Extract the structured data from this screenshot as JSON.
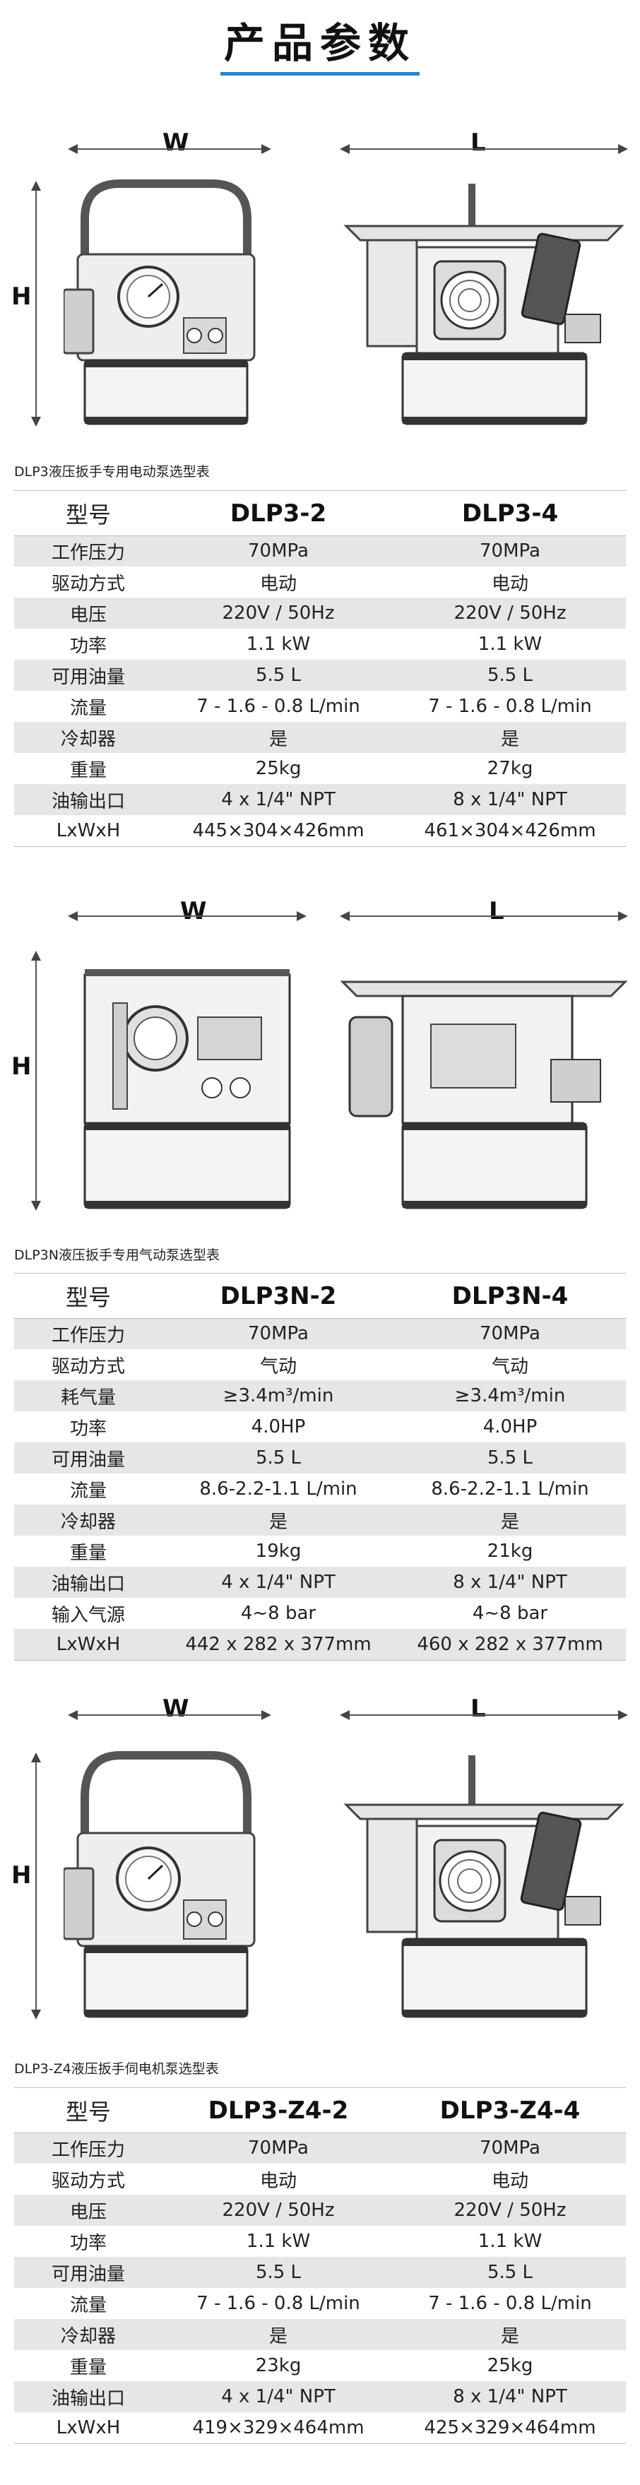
{
  "header": {
    "title": "产品参数",
    "accent_color": "#2a84c6"
  },
  "dimension_letters": {
    "width": "W",
    "length": "L",
    "height": "H"
  },
  "sections": [
    {
      "caption": "DLP3液压扳手专用电动泵选型表",
      "head": {
        "label": "型号",
        "models": [
          "DLP3-2",
          "DLP3-4"
        ]
      },
      "rows": [
        {
          "label": "工作压力",
          "values": [
            "70MPa",
            "70MPa"
          ]
        },
        {
          "label": "驱动方式",
          "values": [
            "电动",
            "电动"
          ]
        },
        {
          "label": "电压",
          "values": [
            "220V / 50Hz",
            "220V / 50Hz"
          ]
        },
        {
          "label": "功率",
          "values": [
            "1.1 kW",
            "1.1 kW"
          ]
        },
        {
          "label": "可用油量",
          "values": [
            "5.5 L",
            "5.5 L"
          ]
        },
        {
          "label": "流量",
          "values": [
            "7 - 1.6 - 0.8 L/min",
            "7 - 1.6 - 0.8 L/min"
          ]
        },
        {
          "label": "冷却器",
          "values": [
            "是",
            "是"
          ]
        },
        {
          "label": "重量",
          "values": [
            "25kg",
            "27kg"
          ]
        },
        {
          "label": "油输出口",
          "values": [
            "4 x 1/4\" NPT",
            "8 x 1/4\" NPT"
          ]
        },
        {
          "label": "LxWxH",
          "values": [
            "445×304×426mm",
            "461×304×426mm"
          ]
        }
      ]
    },
    {
      "caption": "DLP3N液压扳手专用气动泵选型表",
      "head": {
        "label": "型号",
        "models": [
          "DLP3N-2",
          "DLP3N-4"
        ]
      },
      "rows": [
        {
          "label": "工作压力",
          "values": [
            "70MPa",
            "70MPa"
          ]
        },
        {
          "label": "驱动方式",
          "values": [
            "气动",
            "气动"
          ]
        },
        {
          "label": "耗气量",
          "values": [
            "≥3.4m³/min",
            "≥3.4m³/min"
          ]
        },
        {
          "label": "功率",
          "values": [
            "4.0HP",
            "4.0HP"
          ]
        },
        {
          "label": "可用油量",
          "values": [
            "5.5 L",
            "5.5 L"
          ]
        },
        {
          "label": "流量",
          "values": [
            "8.6-2.2-1.1 L/min",
            "8.6-2.2-1.1 L/min"
          ]
        },
        {
          "label": "冷却器",
          "values": [
            "是",
            "是"
          ]
        },
        {
          "label": "重量",
          "values": [
            "19kg",
            "21kg"
          ]
        },
        {
          "label": "油输出口",
          "values": [
            "4 x 1/4\" NPT",
            "8 x 1/4\" NPT"
          ]
        },
        {
          "label": "输入气源",
          "values": [
            "4~8 bar",
            "4~8 bar"
          ]
        },
        {
          "label": "LxWxH",
          "values": [
            "442 x 282 x 377mm",
            "460 x 282 x 377mm"
          ]
        }
      ]
    },
    {
      "caption": "DLP3-Z4液压扳手伺电机泵选型表",
      "head": {
        "label": "型号",
        "models": [
          "DLP3-Z4-2",
          "DLP3-Z4-4"
        ]
      },
      "rows": [
        {
          "label": "工作压力",
          "values": [
            "70MPa",
            "70MPa"
          ]
        },
        {
          "label": "驱动方式",
          "values": [
            "电动",
            "电动"
          ]
        },
        {
          "label": "电压",
          "values": [
            "220V / 50Hz",
            "220V / 50Hz"
          ]
        },
        {
          "label": "功率",
          "values": [
            "1.1 kW",
            "1.1 kW"
          ]
        },
        {
          "label": "可用油量",
          "values": [
            "5.5 L",
            "5.5 L"
          ]
        },
        {
          "label": "流量",
          "values": [
            "7 - 1.6 - 0.8 L/min",
            "7 - 1.6 - 0.8 L/min"
          ]
        },
        {
          "label": "冷却器",
          "values": [
            "是",
            "是"
          ]
        },
        {
          "label": "重量",
          "values": [
            "23kg",
            "25kg"
          ]
        },
        {
          "label": "油输出口",
          "values": [
            "4 x 1/4\" NPT",
            "8 x 1/4\" NPT"
          ]
        },
        {
          "label": "LxWxH",
          "values": [
            "419×329×464mm",
            "425×329×464mm"
          ]
        }
      ]
    }
  ]
}
